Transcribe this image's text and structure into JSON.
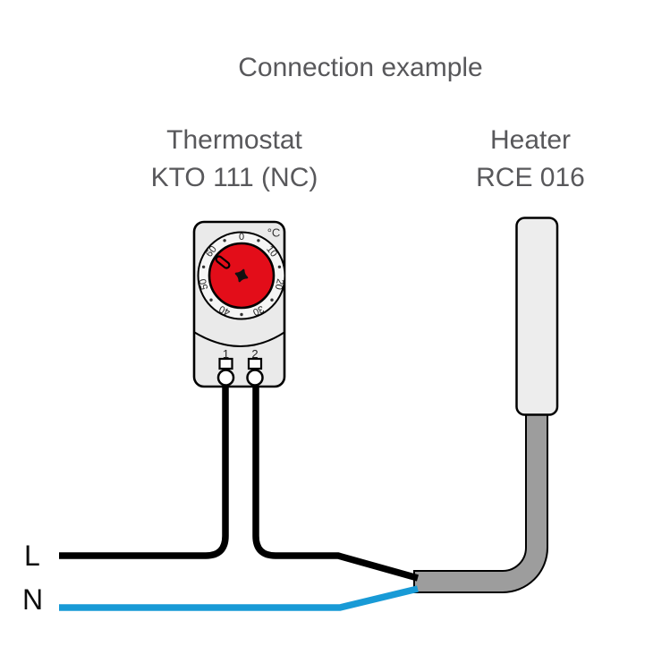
{
  "title": "Connection example",
  "thermostat": {
    "label_line1": "Thermostat",
    "label_line2": "KTO 111 (NC)",
    "unit": "°C",
    "dial_scale": [
      "0",
      "10",
      "20",
      "30",
      "40",
      "50",
      "60"
    ],
    "terminals": [
      "1",
      "2"
    ]
  },
  "heater": {
    "label_line1": "Heater",
    "label_line2": "RCE 016"
  },
  "wires": {
    "line_label": "L",
    "neutral_label": "N"
  },
  "colors": {
    "label_text": "#58585b",
    "dial_red": "#e30d19",
    "wire_black": "#000000",
    "wire_blue": "#189ad6",
    "thermostat_body": "#eaeaea",
    "heater_body": "#ededed",
    "cable_gray": "#9d9d9d"
  }
}
